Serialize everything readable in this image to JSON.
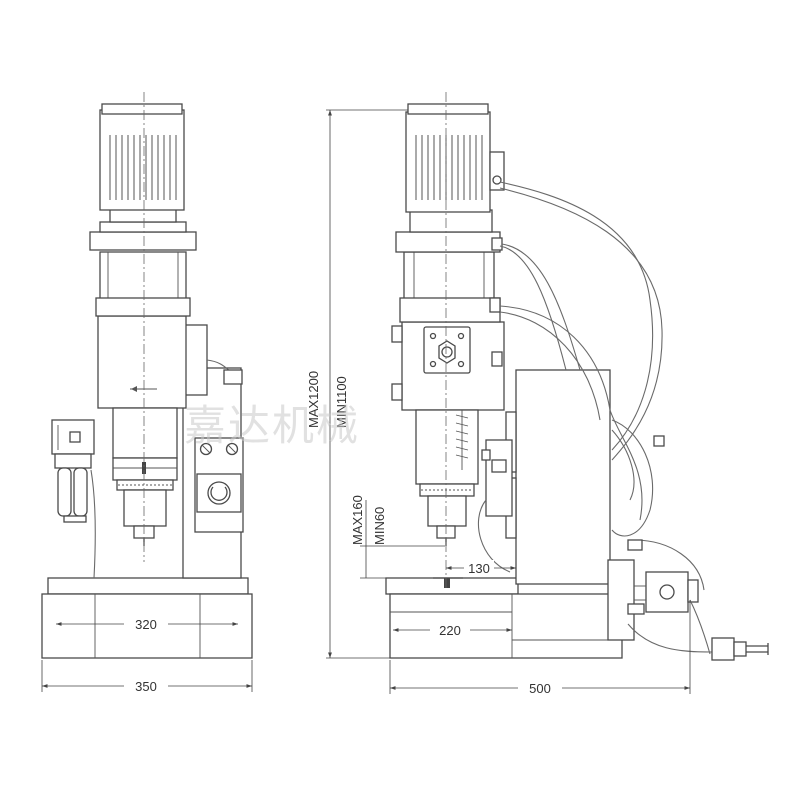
{
  "dimensions": {
    "front_base_inner": "320",
    "front_base_outer": "350",
    "side_base_inner": "220",
    "side_base_outer": "500",
    "throat": "130",
    "height_max": "MAX1200",
    "height_min": "MIN1100",
    "stroke_max": "MAX160",
    "stroke_min": "MIN60"
  },
  "watermark": "嘉达机械"
}
